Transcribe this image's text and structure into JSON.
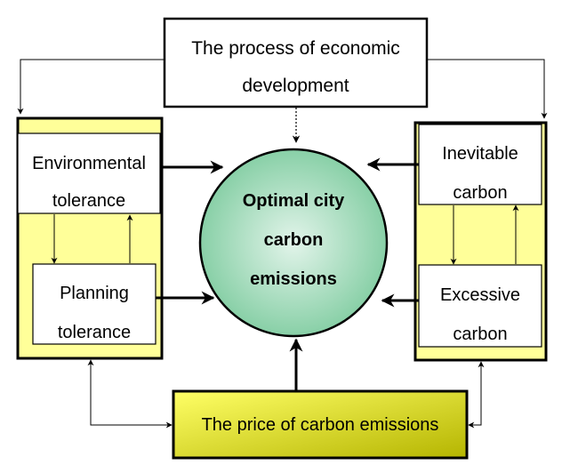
{
  "top_box": {
    "line1": "The process of economic",
    "line2": "development"
  },
  "left_panel": {
    "environmental": {
      "line1": "Environmental",
      "line2": "tolerance"
    },
    "planning": {
      "line1": "Planning",
      "line2": "tolerance"
    }
  },
  "right_panel": {
    "inevitable": {
      "line1": "Inevitable",
      "line2": "carbon"
    },
    "excessive": {
      "line1": "Excessive",
      "line2": "carbon"
    }
  },
  "center": {
    "line1": "Optimal city",
    "line2": "carbon",
    "line3": "emissions"
  },
  "bottom_box": {
    "label": "The price of carbon emissions"
  },
  "colors": {
    "panel_fill": "#ffff99",
    "circle_light": "#e2f4ea",
    "circle_dark": "#7fcca0",
    "bottom_light": "#ffff66",
    "bottom_dark": "#b5b500"
  }
}
